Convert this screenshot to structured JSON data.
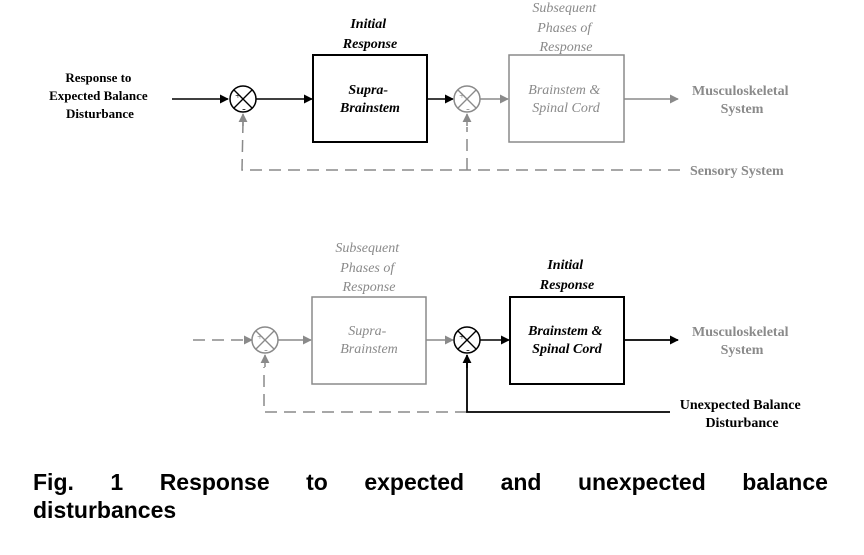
{
  "diagram": {
    "top": {
      "input_label": [
        "Response to",
        "Expected Balance",
        "Disturbance"
      ],
      "block1_header": [
        "Initial",
        "Response"
      ],
      "block1_text": [
        "Supra-",
        "Brainstem"
      ],
      "block2_header": [
        "Subsequent",
        "Phases of",
        "Response"
      ],
      "block2_text": [
        "Brainstem &",
        "Spinal Cord"
      ],
      "output_label": [
        "Musculoskeletal",
        "System"
      ],
      "feedback_label": "Sensory System"
    },
    "bottom": {
      "block1_header": [
        "Subsequent",
        "Phases of",
        "Response"
      ],
      "block1_text": [
        "Supra-",
        "Brainstem"
      ],
      "block2_header": [
        "Initial",
        "Response"
      ],
      "block2_text": [
        "Brainstem &",
        "Spinal Cord"
      ],
      "output_label": [
        "Musculoskeletal",
        "System"
      ],
      "disturbance_label": [
        "Unexpected Balance",
        "Disturbance"
      ]
    },
    "junction_signs": {
      "plus": "+",
      "minus": "-"
    },
    "colors": {
      "active": "#000000",
      "inactive": "#8a8a8a"
    }
  },
  "caption": {
    "words": [
      "Fig.",
      "1",
      "Response",
      "to",
      "expected",
      "and",
      "unexpected",
      "balance"
    ],
    "line2": "disturbances"
  }
}
